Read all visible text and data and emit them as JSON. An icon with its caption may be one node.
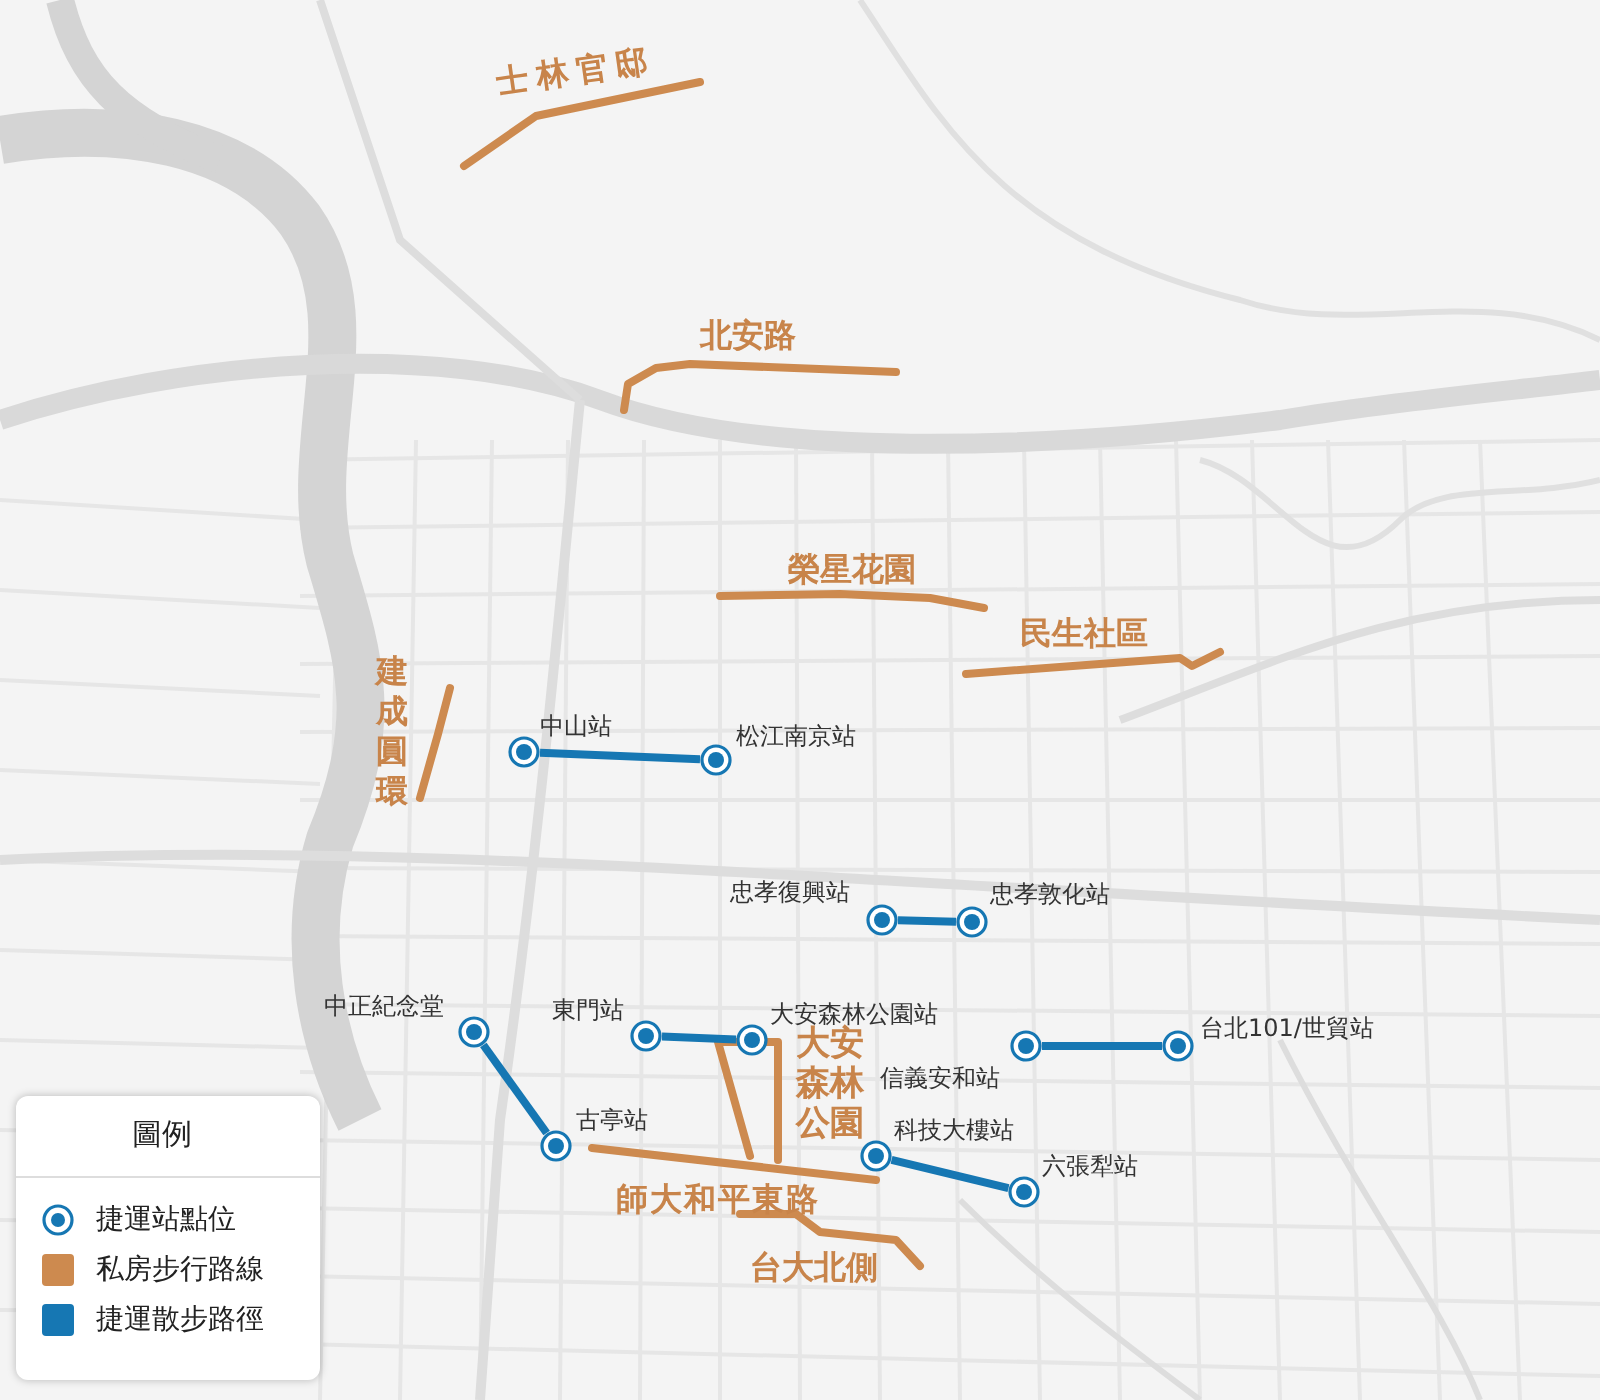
{
  "diagram": {
    "nodes": [
      {
        "text": [],
        "shape": "circle",
        "beside": [
          "中山站"
        ]
      },
      {
        "text": [],
        "shape": "circle",
        "beside": [
          "松江南京站"
        ]
      },
      {
        "text": [],
        "shape": "circle",
        "beside": [
          "忠孝復興站"
        ]
      },
      {
        "text": [],
        "shape": "circle",
        "beside": [
          "忠孝敦化站"
        ]
      },
      {
        "text": [],
        "shape": "circle",
        "beside": [
          "中正紀念堂"
        ]
      },
      {
        "text": [],
        "shape": "circle",
        "beside": [
          "東門站"
        ]
      },
      {
        "text": [],
        "shape": "circle",
        "beside": [
          "大安森林公園站"
        ]
      },
      {
        "text": [],
        "shape": "circle",
        "beside": [
          "台北101/世貿站"
        ]
      },
      {
        "text": [],
        "shape": "circle",
        "beside": [
          "信義安和站"
        ]
      },
      {
        "text": [],
        "shape": "circle",
        "beside": [
          "古亭站"
        ]
      },
      {
        "text": [],
        "shape": "circle",
        "beside": [
          "科技大樓站"
        ]
      },
      {
        "text": [],
        "shape": "circle",
        "beside": [
          "六張犁站"
        ]
      }
    ],
    "edges": [
      {
        "from": 0,
        "to": 1,
        "arrow": "none"
      },
      {
        "from": 2,
        "to": 3,
        "arrow": "none"
      },
      {
        "from": 4,
        "to": 9,
        "arrow": "none"
      },
      {
        "from": 5,
        "to": 6,
        "arrow": "none"
      },
      {
        "from": 8,
        "to": 7,
        "arrow": "none"
      },
      {
        "from": 10,
        "to": 11,
        "arrow": "none"
      }
    ],
    "labels": [
      "士林官邸",
      "北安路",
      "榮星花園",
      "民生社區",
      "建成圓環",
      "大安森林公園",
      "師大和平東路",
      "台大北側",
      "圖例"
    ],
    "legend": [
      {
        "text": "捷運站點位"
      },
      {
        "text": "私房步行路線",
        "color": "#cd8a4f"
      },
      {
        "text": "捷運散步路徑",
        "color": "#1677b3"
      }
    ]
  }
}
